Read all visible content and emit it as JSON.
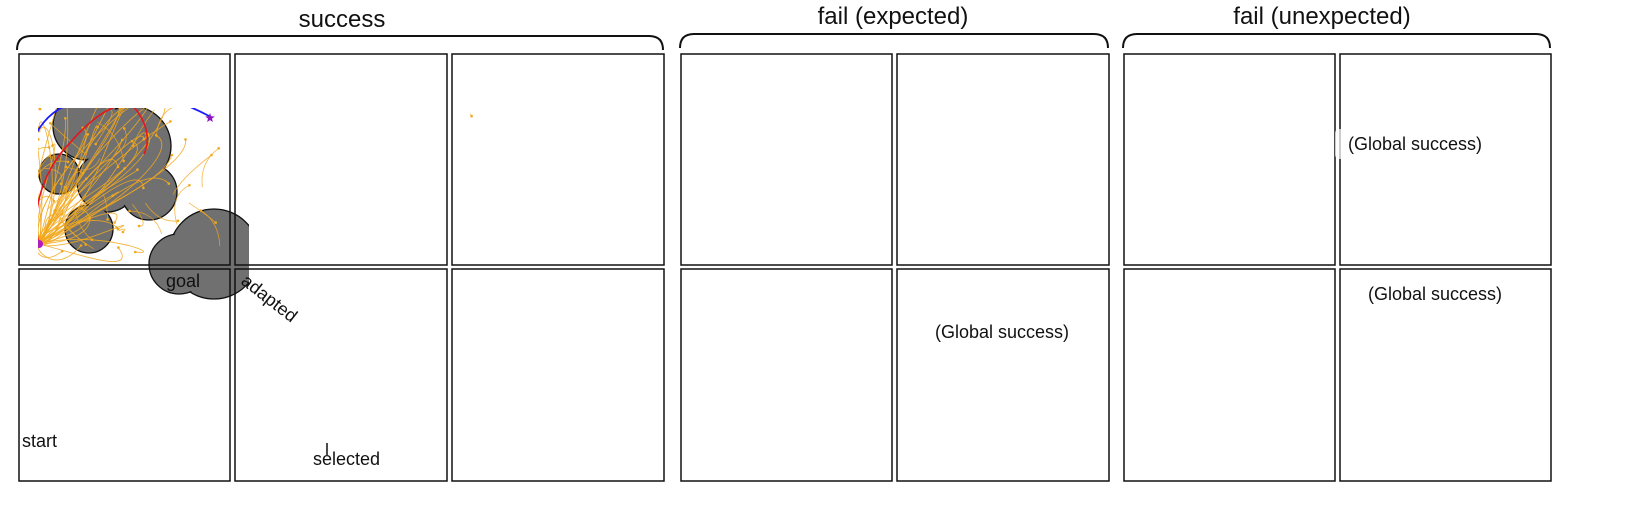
{
  "groups": [
    {
      "title": "success"
    },
    {
      "title": "fail (expected)"
    },
    {
      "title": "fail (unexpected)"
    }
  ],
  "annotations": {
    "goal": "goal",
    "start": "start",
    "adapted": "adapted",
    "selected": "selected",
    "global_success": "(Global success)"
  },
  "legend_paths": [
    {
      "name": "adapted",
      "color": "#1a1aff"
    },
    {
      "name": "selected",
      "color": "#e8141c"
    }
  ],
  "colors": {
    "obstacle_fill": "#707070",
    "obstacle_stroke": "#111111",
    "tree": "#f2a81d",
    "start_marker": "#b01cc4",
    "goal_marker": "#8a16c0",
    "goal_marker_light": "#e86ad8",
    "panel_border": "#111111"
  },
  "panels": [
    {
      "group": "success",
      "row": 1,
      "index": 1,
      "global_success": false,
      "has_adapted": true
    },
    {
      "group": "success",
      "row": 1,
      "index": 2,
      "global_success": false,
      "has_adapted": true
    },
    {
      "group": "success",
      "row": 1,
      "index": 3,
      "global_success": false,
      "has_adapted": true
    },
    {
      "group": "success",
      "row": 2,
      "index": 1,
      "global_success": false,
      "has_adapted": true
    },
    {
      "group": "success",
      "row": 2,
      "index": 2,
      "global_success": false,
      "has_adapted": true
    },
    {
      "group": "success",
      "row": 2,
      "index": 3,
      "global_success": false,
      "has_adapted": true
    },
    {
      "group": "fail (expected)",
      "row": 1,
      "index": 1,
      "global_success": false,
      "has_adapted": false
    },
    {
      "group": "fail (expected)",
      "row": 1,
      "index": 2,
      "global_success": false,
      "has_adapted": false
    },
    {
      "group": "fail (expected)",
      "row": 2,
      "index": 1,
      "global_success": false,
      "has_adapted": false
    },
    {
      "group": "fail (expected)",
      "row": 2,
      "index": 2,
      "global_success": true,
      "has_adapted": false
    },
    {
      "group": "fail (unexpected)",
      "row": 1,
      "index": 1,
      "global_success": false,
      "has_adapted": false
    },
    {
      "group": "fail (unexpected)",
      "row": 1,
      "index": 2,
      "global_success": true,
      "has_adapted": false
    },
    {
      "group": "fail (unexpected)",
      "row": 2,
      "index": 1,
      "global_success": false,
      "has_adapted": false
    },
    {
      "group": "fail (unexpected)",
      "row": 2,
      "index": 2,
      "global_success": true,
      "has_adapted": false
    }
  ]
}
